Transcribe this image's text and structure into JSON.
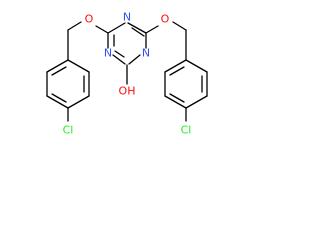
{
  "molecule": {
    "atoms": {
      "ring_n_top": "N",
      "ring_n_left": "N",
      "ring_n_right": "N",
      "ether_o_left": "O",
      "ether_o_right": "O",
      "hydroxyl": "OH",
      "cl_left": "Cl",
      "cl_right": "Cl"
    },
    "colors": {
      "bond": "#000000",
      "nitrogen": "#3050f8",
      "oxygen": "#ff0d0d",
      "chlorine": "#1ff01f",
      "carbon": "#000000"
    }
  }
}
